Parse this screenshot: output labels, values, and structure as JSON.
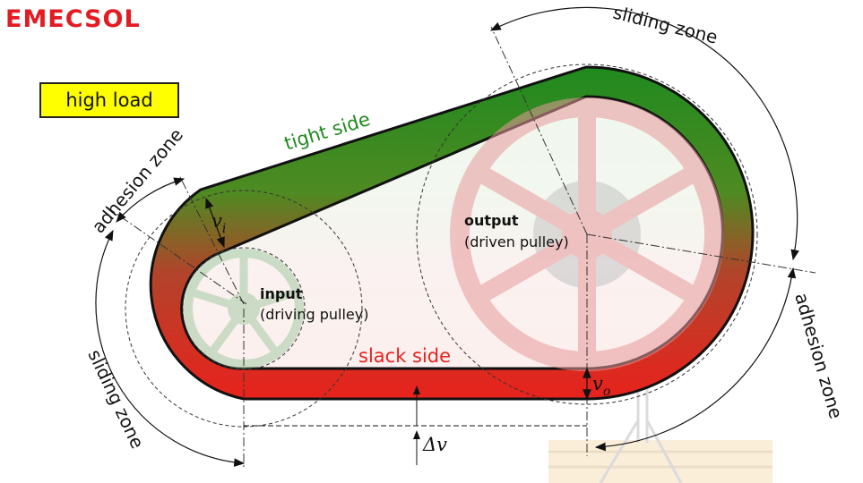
{
  "brand": {
    "logo_text": "EMECSOL"
  },
  "legend": {
    "load_label": "high load",
    "load_color": "#ffff00"
  },
  "belt": {
    "tight_side_label": "tight side",
    "slack_side_label": "slack side",
    "tight_color": "#1f8a1f",
    "slack_color": "#e8221d"
  },
  "zones": {
    "sliding_zone_top": "sliding zone",
    "adhesion_zone_right": "adhesion zone",
    "adhesion_zone_left": "adhesion zone",
    "sliding_zone_left": "sliding zone"
  },
  "pulleys": {
    "input_title": "input",
    "input_subtitle": "(driving pulley)",
    "output_title": "output",
    "output_subtitle": "(driven pulley)"
  },
  "velocities": {
    "v_input": "v",
    "v_input_sub": "i",
    "v_output": "v",
    "v_output_sub": "o",
    "delta_v": "Δv"
  }
}
